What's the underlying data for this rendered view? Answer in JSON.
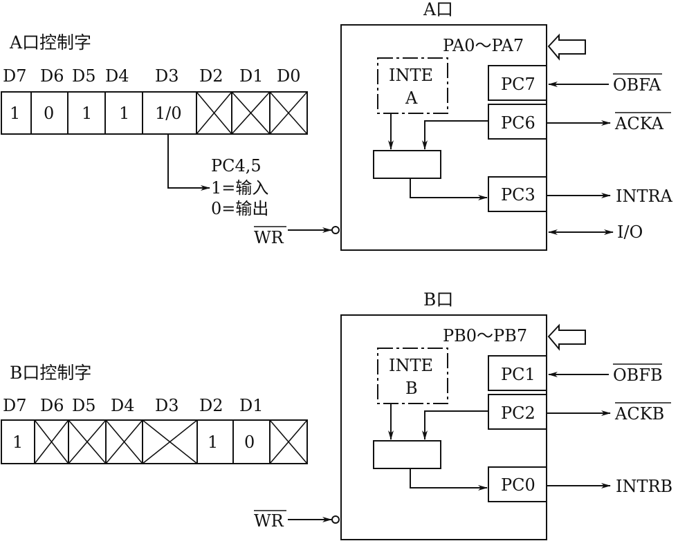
{
  "port_a": {
    "control_word_title": "A口控制字",
    "bit_labels": [
      "D7",
      "D6",
      "D5",
      "D4",
      "D3",
      "D2",
      "D1",
      "D0"
    ],
    "bit_values": [
      "1",
      "0",
      "1",
      "1",
      "1/0",
      "X",
      "X",
      "X"
    ],
    "d3_note": {
      "line1": "PC4,5",
      "line2": "1=输入",
      "line3": "0=输出"
    },
    "wr_label": "WR",
    "block_title": "A口",
    "data_bus": "PA0～PA7",
    "inte_line1": "INTE",
    "inte_line2": "A",
    "pins": [
      {
        "pin": "PC7",
        "signal": "OBFA",
        "overbar": true,
        "direction": "in"
      },
      {
        "pin": "PC6",
        "signal": "ACKA",
        "overbar": true,
        "direction": "out"
      },
      {
        "pin": "PC3",
        "signal": "INTRA",
        "overbar": false,
        "direction": "out"
      }
    ],
    "io_label": "I/O"
  },
  "port_b": {
    "control_word_title": "B口控制字",
    "bit_labels": [
      "D7",
      "D6",
      "D5",
      "D4",
      "D3",
      "D2",
      "D1"
    ],
    "bit_values": [
      "1",
      "X",
      "X",
      "X",
      "X",
      "1",
      "0",
      "X"
    ],
    "wr_label": "WR",
    "block_title": "B口",
    "data_bus": "PB0～PB7",
    "inte_line1": "INTE",
    "inte_line2": "B",
    "pins": [
      {
        "pin": "PC1",
        "signal": "OBFB",
        "overbar": true,
        "direction": "in"
      },
      {
        "pin": "PC2",
        "signal": "ACKB",
        "overbar": true,
        "direction": "out"
      },
      {
        "pin": "PC0",
        "signal": "INTRB",
        "overbar": false,
        "direction": "out"
      }
    ]
  }
}
